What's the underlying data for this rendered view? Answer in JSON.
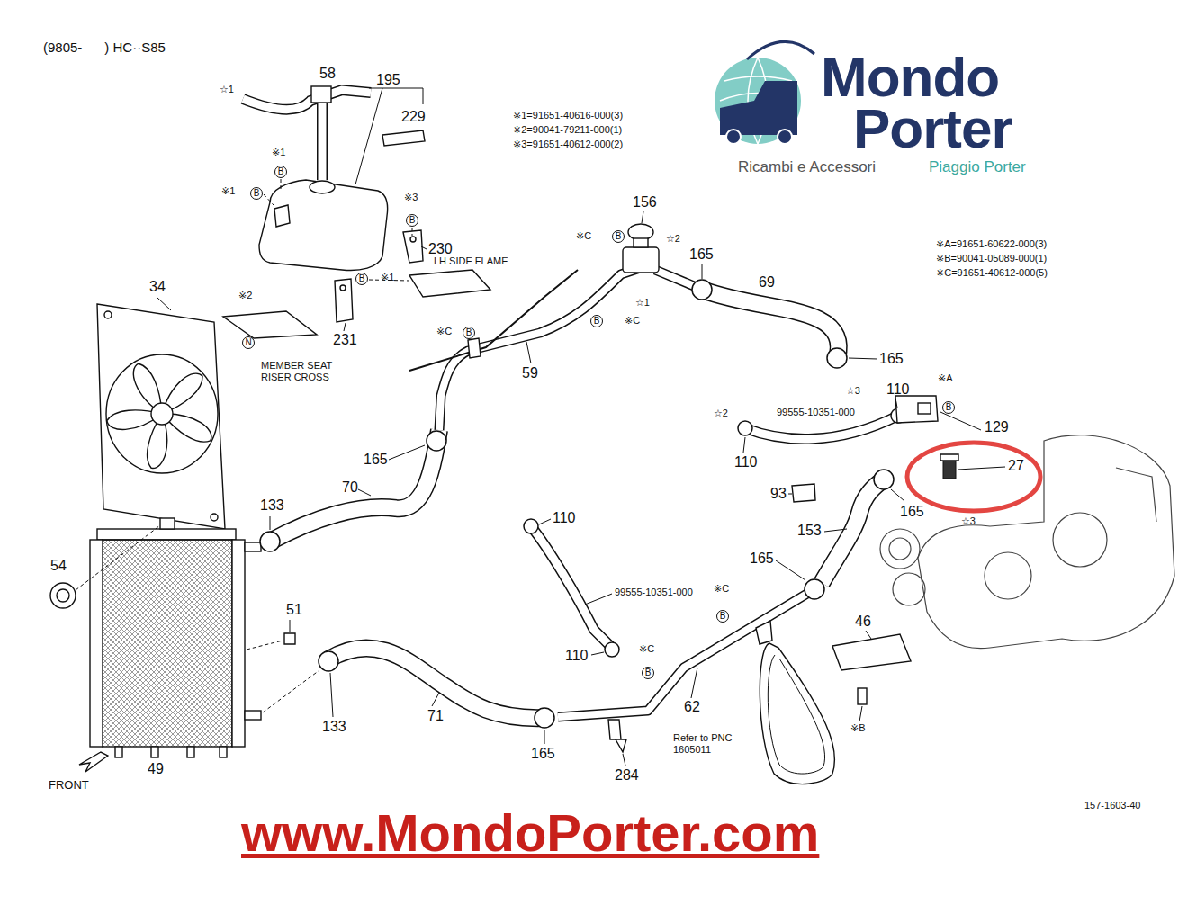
{
  "diagram": {
    "nodes": [
      {
        "text": [
          "B"
        ]
      },
      {
        "text": [
          "B"
        ]
      },
      {
        "text": [
          "B"
        ]
      },
      {
        "text": [
          "B"
        ]
      },
      {
        "text": [
          "B"
        ]
      },
      {
        "text": [
          "B"
        ]
      },
      {
        "text": [
          "B"
        ]
      },
      {
        "text": [
          "N"
        ]
      },
      {
        "text": [
          "B"
        ]
      },
      {
        "text": [
          "B"
        ]
      },
      {
        "text": [
          "B"
        ]
      }
    ],
    "labels": [
      "(9805-      ) HC··S85",
      "☆1",
      "58",
      "195",
      "229",
      "※1",
      "※1",
      "※1=91651-40616-000(3)",
      "※2=90041-79211-000(1)",
      "※3=91651-40612-000(2)",
      "※3",
      "230",
      "LH SIDE FLAME",
      "※1",
      "※2",
      "231",
      "MEMBER SEAT RISER CROSS",
      "34",
      "156",
      "※C",
      "☆2",
      "☆1",
      "165",
      "69",
      "165",
      "☆3",
      "※C",
      "※C",
      "59",
      "※A=91651-60622-000(3)",
      "※B=90041-05089-000(1)",
      "※C=91651-40612-000(5)",
      "※A",
      "110",
      "☆2",
      "99555-10351-000",
      "129",
      "110",
      "27",
      "93",
      "165",
      "☆3",
      "153",
      "165",
      "70",
      "133",
      "110",
      "165",
      "99555-10351-000",
      "※C",
      "54",
      "51",
      "46",
      "110",
      "※C",
      "62",
      "71",
      "133",
      "Refer to PNC 1605011",
      "※B",
      "165",
      "284",
      "49",
      "FRONT",
      "157-1603-40",
      "Mondo",
      "Porter",
      "Ricambi e Accessori",
      "Piaggio Porter",
      "www.MondoPorter.com"
    ]
  }
}
